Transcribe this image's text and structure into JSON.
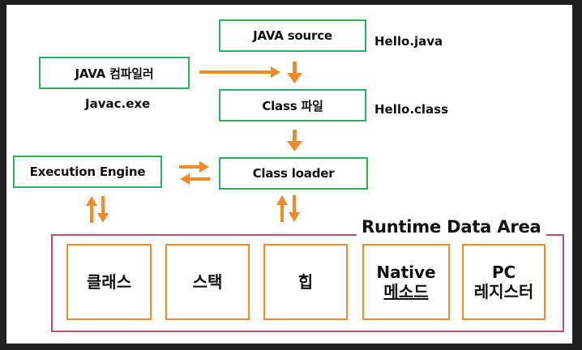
{
  "boxes": {
    "java_source": "JAVA source",
    "java_compiler": "JAVA 컴파일러",
    "class_file": "Class 파일",
    "execution_engine": "Execution Engine",
    "class_loader": "Class loader"
  },
  "notes": {
    "hello_java": "Hello.java",
    "javac": "Javac.exe",
    "hello_class": "Hello.class"
  },
  "runtime": {
    "title": "Runtime Data Area",
    "areas": [
      {
        "line1": "클래스",
        "line2": ""
      },
      {
        "line1": "스택",
        "line2": ""
      },
      {
        "line1": "힙",
        "line2": ""
      },
      {
        "line1": "Native",
        "line2": "메소드"
      },
      {
        "line1": "PC",
        "line2": "레지스터"
      }
    ]
  },
  "colors": {
    "green_border": "#2fae5a",
    "orange_arrow": "#f08a2a",
    "runtime_border": "#c74a6a"
  }
}
